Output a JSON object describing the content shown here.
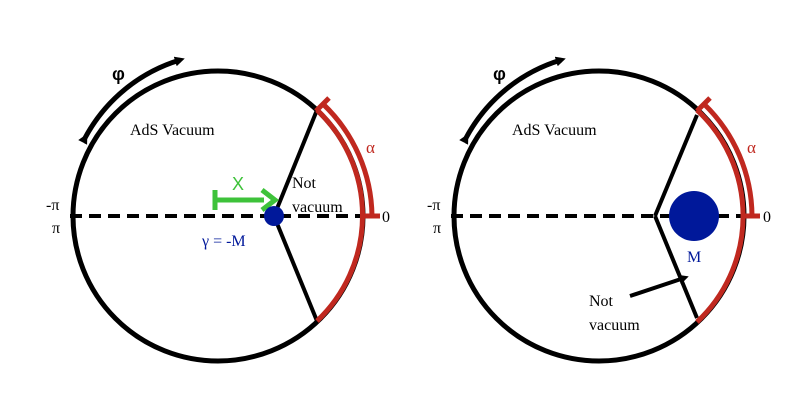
{
  "colors": {
    "circle": "#000000",
    "alpha_arc": "#c0281f",
    "x_arrow": "#3ec23a",
    "mass": "#00189a"
  },
  "left_panel": {
    "phi_label": "φ",
    "region_label": "AdS Vacuum",
    "alpha_label": "α",
    "minus_pi_label": "-π",
    "pi_label": "π",
    "zero_label": "0",
    "x_label": "X",
    "not_vacuum_line1": "Not",
    "not_vacuum_line2": "vacuum",
    "gamma_label": "γ = -M"
  },
  "right_panel": {
    "phi_label": "φ",
    "region_label": "AdS Vacuum",
    "alpha_label": "α",
    "minus_pi_label": "-π",
    "pi_label": "π",
    "zero_label": "0",
    "mass_label": "M",
    "not_vacuum_line1": "Not",
    "not_vacuum_line2": "vacuum"
  }
}
